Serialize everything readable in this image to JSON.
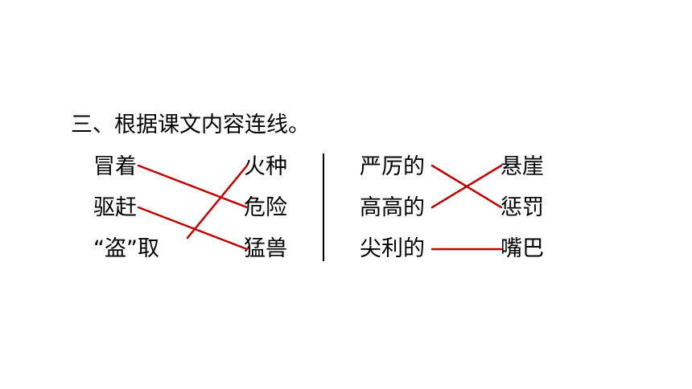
{
  "title": "三、根据课文内容连线。",
  "left_group": {
    "column_a": [
      "冒着",
      "驱赶",
      "“盗”取"
    ],
    "column_b": [
      "火种",
      "危险",
      "猛兽"
    ]
  },
  "right_group": {
    "column_a": [
      "严厉的",
      "高高的",
      "尖利的"
    ],
    "column_b": [
      "悬崖",
      "惩罚",
      "嘴巴"
    ]
  },
  "answers": {
    "left": [
      {
        "from": "冒着",
        "to": "危险"
      },
      {
        "from": "驱赶",
        "to": "猛兽"
      },
      {
        "from": "“盗”取",
        "to": "火种"
      }
    ],
    "right": [
      {
        "from": "严厉的",
        "to": "惩罚"
      },
      {
        "from": "高高的",
        "to": "悬崖"
      },
      {
        "from": "尖利的",
        "to": "嘴巴"
      }
    ]
  },
  "colors": {
    "answer_line": "#c00000",
    "text": "#000000",
    "background": "#ffffff"
  }
}
